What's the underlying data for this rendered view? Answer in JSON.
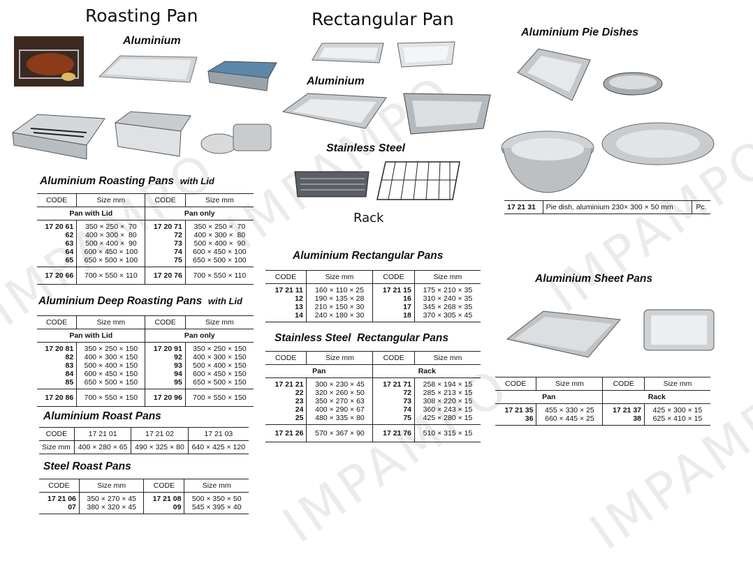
{
  "headings": {
    "roasting_pan": "Roasting Pan",
    "rectangular_pan": "Rectangular Pan",
    "rack": "Rack"
  },
  "labels": {
    "aluminium_1": "Aluminium",
    "aluminium_2": "Aluminium",
    "stainless_steel": "Stainless Steel",
    "pie_dishes": "Aluminium Pie Dishes"
  },
  "watermark": "IMPAMPO",
  "sections": {
    "al_roasting": {
      "title": "Aluminium Roasting Pans",
      "suffix": "with Lid",
      "h": [
        "CODE",
        "Size mm",
        "CODE",
        "Size mm"
      ],
      "g": [
        "Pan with Lid",
        "Pan only"
      ],
      "c1": "17 20 61\n62\n63\n64\n65",
      "s1": "350 × 250 ×  70\n400 × 300 ×  80\n500 × 400 ×  90\n600 × 450 × 100\n650 × 500 × 100",
      "c2": "17 20 71\n72\n73\n74\n75",
      "s2": "350 × 250 ×  70\n400 × 300 ×  80\n500 × 400 ×  90\n600 × 450 × 100\n650 × 500 × 100",
      "l": [
        "17 20 66",
        "700 × 550 × 110",
        "17 20 76",
        "700 × 550 × 110"
      ]
    },
    "al_deep": {
      "title": "Aluminium Deep Roasting Pans",
      "suffix": "with Lid",
      "h": [
        "CODE",
        "Size mm",
        "CODE",
        "Size mm"
      ],
      "g": [
        "Pan with Lid",
        "Pan only"
      ],
      "c1": "17 20 81\n82\n83\n84\n85",
      "s1": "350 × 250 × 150\n400 × 300 × 150\n500 × 400 × 150\n600 × 450 × 150\n650 × 500 × 150",
      "c2": "17 20 91\n92\n93\n94\n95",
      "s2": "350 × 250 × 150\n400 × 300 × 150\n500 × 400 × 150\n600 × 450 × 150\n650 × 500 × 150",
      "l": [
        "17 20 86",
        "700 × 550 × 150",
        "17 20 96",
        "700 × 550 × 150"
      ]
    },
    "al_roast": {
      "title": "Aluminium Roast Pans",
      "h": [
        "CODE",
        "17 21 01",
        "17 21 02",
        "17 21 03"
      ],
      "r": [
        "Size mm",
        "400 × 280 × 65",
        "490 × 325 × 80",
        "640 × 425 × 120"
      ]
    },
    "steel_roast": {
      "title": "Steel Roast Pans",
      "h": [
        "CODE",
        "Size mm",
        "CODE",
        "Size mm"
      ],
      "c1": "17 21 06\n07",
      "s1": "350 × 270 × 45\n380 × 320 × 45",
      "c2": "17 21 08\n09",
      "s2": "500 × 350 × 50\n545 × 395 × 40"
    },
    "al_rect": {
      "title": "Aluminium Rectangular Pans",
      "h": [
        "CODE",
        "Size mm",
        "CODE",
        "Size mm"
      ],
      "c1": "17 21 11\n12\n13\n14",
      "s1": "160 × 110 × 25\n190 × 135 × 28\n210 × 150 × 30\n240 × 180 × 30",
      "c2": "17 21 15\n16\n17\n18",
      "s2": "175 × 210 × 35\n310 × 240 × 35\n345 × 268 × 35\n370 × 305 × 45"
    },
    "ss_rect": {
      "title_a": "Stainless Steel",
      "title_b": "Rectangular Pans",
      "h": [
        "CODE",
        "Size mm",
        "CODE",
        "Size mm"
      ],
      "g": [
        "Pan",
        "Rack"
      ],
      "c1": "17 21 21\n22\n23\n24\n25",
      "s1": "300 × 230 × 45\n320 × 260 × 50\n350 × 270 × 63\n400 × 290 × 67\n480 × 335 × 80",
      "c2": "17 21 71\n72\n73\n74\n75",
      "s2": "258 × 194 × 15\n285 × 213 × 15\n308 × 220 × 15\n360 × 243 × 15\n425 × 280 × 15",
      "l": [
        "17 21 26",
        "570 × 367 × 90",
        "17 21 76",
        "510 × 315 × 15"
      ]
    },
    "pie": {
      "code": "17 21 31",
      "desc": "Pie dish, aluminium 230× 300 × 50 mm",
      "unit": "Pc."
    },
    "sheet": {
      "title": "Aluminium Sheet Pans",
      "h": [
        "CODE",
        "Size mm",
        "CODE",
        "Size mm"
      ],
      "g": [
        "Pan",
        "Rack"
      ],
      "c1": "17 21 35\n36",
      "s1": "455 × 330 × 25\n660 × 445 × 25",
      "c2": "17 21 37\n38",
      "s2": "425 × 300 × 15\n625 × 410 × 15"
    }
  }
}
